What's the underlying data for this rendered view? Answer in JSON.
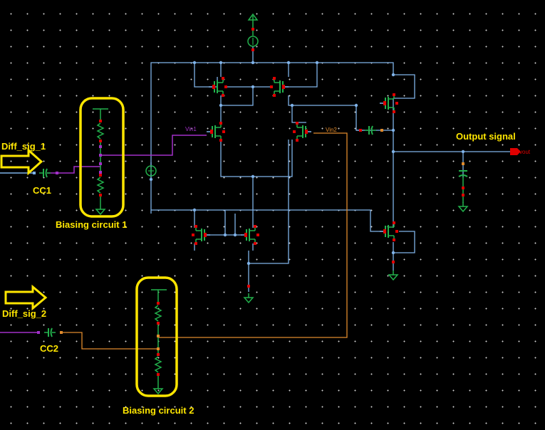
{
  "labels": {
    "input1": "Diff_sig_1",
    "input2": "Diff_sig_2",
    "cap1": "CC1",
    "cap2": "CC2",
    "bias1": "Biasing circuit 1",
    "bias2": "Biasing circuit 2",
    "output": "Output signal"
  },
  "pins": {
    "vin1": "Vin1",
    "vin2": "Vin2",
    "vout": "vout"
  },
  "colors": {
    "background": "#000000",
    "wire_blue": "#7fb2e8",
    "wire_purple": "#a230c8",
    "wire_orange": "#e08a2c",
    "wire_green": "#22b14c",
    "node_red": "#e00000",
    "highlight": "#ffe600",
    "device_cyan": "#79d8ea"
  }
}
